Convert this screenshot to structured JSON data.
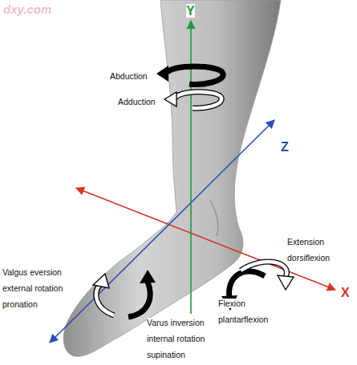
{
  "diagram": {
    "labels": [
      "dxy.com",
      "Y",
      "Z",
      "X",
      "Abduction",
      "Adduction",
      "Extension dorsiflexion",
      "Flexion plantarflexion",
      "Valgus eversion external rotation pronation",
      "Varus inversion internal rotation supination"
    ]
  }
}
